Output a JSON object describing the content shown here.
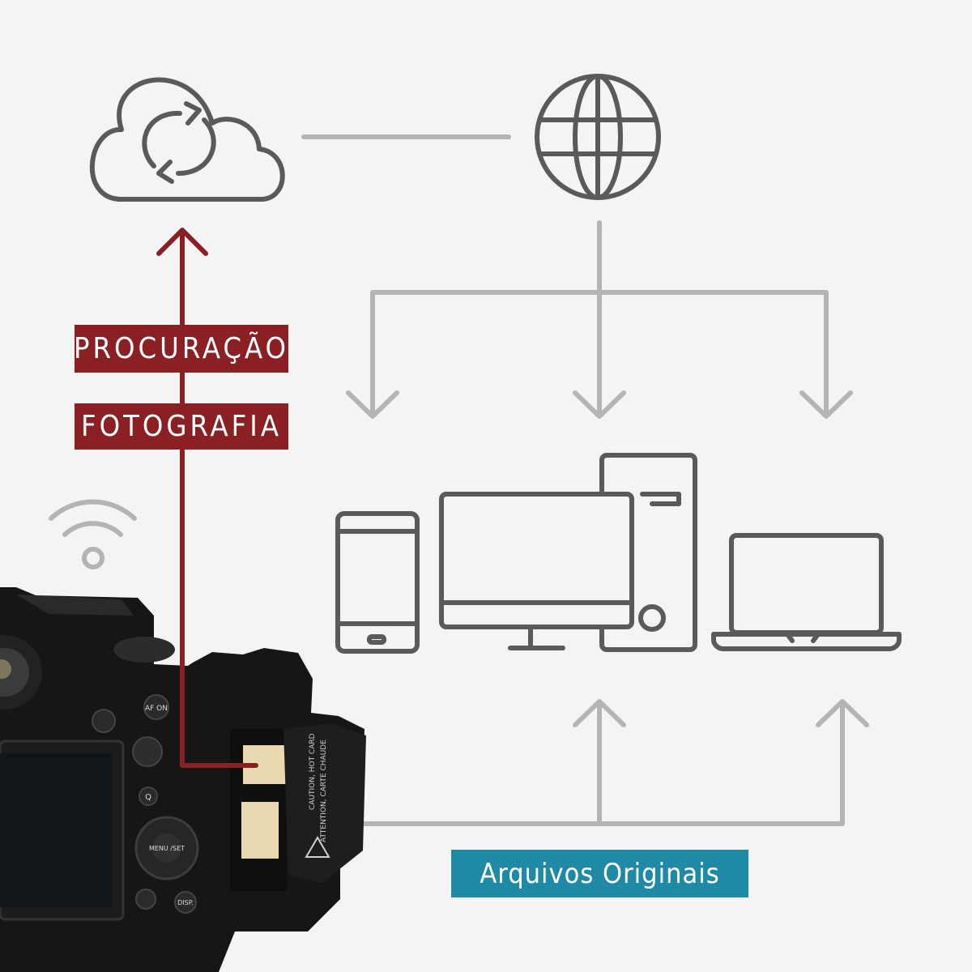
{
  "labels": {
    "proxy": "PROCURAÇÃO",
    "photo": "FOTOGRAFIA",
    "originals": "Arquivos Originais"
  },
  "colors": {
    "background": "#f4f4f4",
    "icon_stroke": "#5a5a5a",
    "connector_gray": "#b4b4b4",
    "proxy_red": "#8a1f24",
    "originals_teal": "#1f8aa6",
    "sd_card": "#e9d8b0",
    "camera_body": "#161616"
  },
  "icons": {
    "cloud": "cloud-sync-icon",
    "globe": "globe-icon",
    "wifi": "wifi-icon",
    "phone": "smartphone-icon",
    "desktop": "desktop-computer-icon",
    "laptop": "laptop-icon",
    "camera": "mirrorless-camera"
  },
  "camera_markings": {
    "dial_buttons": [
      "AF ON",
      "Q",
      "MENU /SET",
      "DISP."
    ],
    "card_warning": [
      "CAUTION, HOT CARD",
      "ATTENTION, CARTE CHAUDE"
    ]
  }
}
